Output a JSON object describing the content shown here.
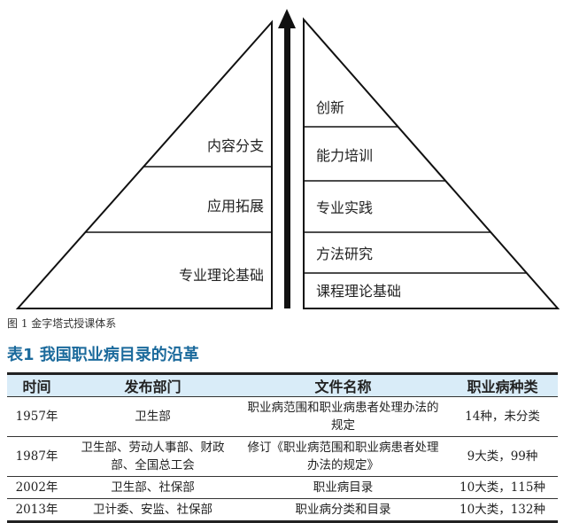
{
  "figure": {
    "left_layers": [
      "内容分支",
      "应用拓展",
      "专业理论基础"
    ],
    "right_layers": [
      "创新",
      "能力培训",
      "专业实践",
      "方法研究",
      "课程理论基础"
    ],
    "caption": "图 1  金字塔式授课体系"
  },
  "table": {
    "title": "表1  我国职业病目录的沿革",
    "headers": [
      "时间",
      "发布部门",
      "文件名称",
      "职业病种类"
    ],
    "rows": [
      [
        "1957年",
        "卫生部",
        "职业病范围和职业病患者处理办法的规定",
        "14种，未分类"
      ],
      [
        "1987年",
        "卫生部、劳动人事部、财政部、全国总工会",
        "修订《职业病范围和职业病患者处理办法的规定》",
        "9大类，99种"
      ],
      [
        "2002年",
        "卫生部、社保部",
        "职业病目录",
        "10大类，115种"
      ],
      [
        "2013年",
        "卫计委、安监、社保部",
        "职业病分类和目录",
        "10大类，132种"
      ]
    ]
  }
}
